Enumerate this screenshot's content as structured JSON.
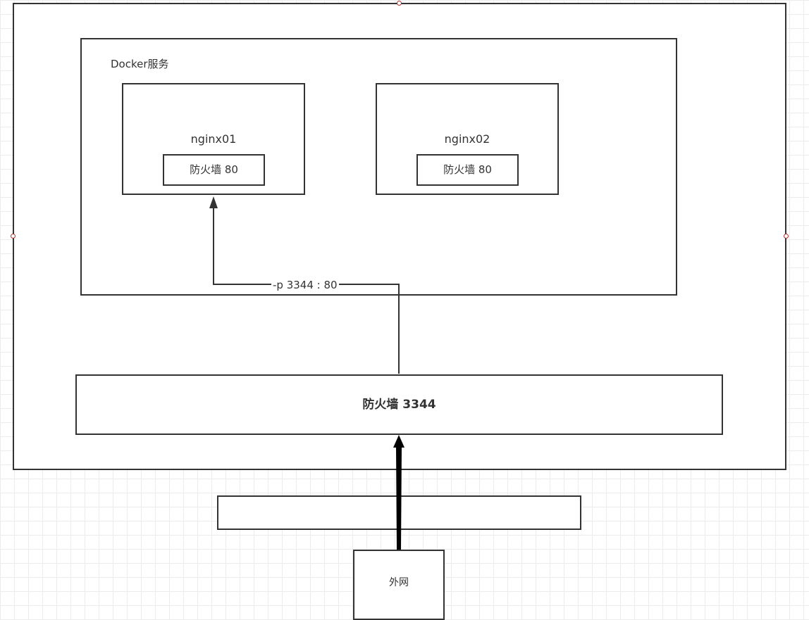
{
  "diagram": {
    "docker_label": "Docker服务",
    "containers": [
      {
        "name": "nginx01",
        "firewall_label": "防火墙  80"
      },
      {
        "name": "nginx02",
        "firewall_label": "防火墙  80"
      }
    ],
    "port_mapping_label": "-p 3344 : 80",
    "host_firewall_label": "防火墙   3344",
    "external_label": "外网"
  },
  "colors": {
    "stroke": "#333333",
    "grid": "#ececec",
    "handle": "#b03030"
  }
}
